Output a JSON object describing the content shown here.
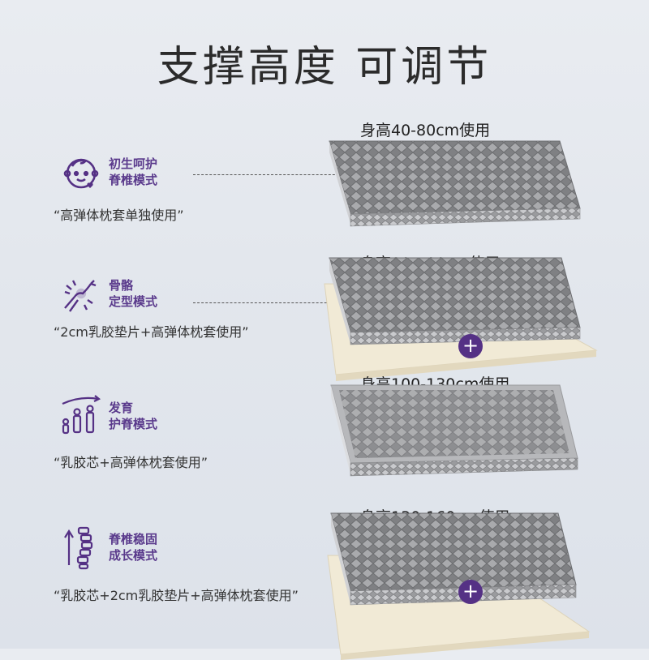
{
  "title": "支撑高度  可调节",
  "rows": [
    {
      "mode_line1": "初生呵护",
      "mode_line2": "脊椎模式",
      "usage": "“高弹体枕套单独使用”",
      "height": "身高40-80cm使用",
      "icon": "baby-face-icon",
      "has_plus": false
    },
    {
      "mode_line1": "骨骼",
      "mode_line2": "定型模式",
      "usage": "“2cm乳胶垫片+高弹体枕套使用”",
      "height": "身高80-100cm使用",
      "icon": "bone-joint-icon",
      "has_plus": true
    },
    {
      "mode_line1": "发育",
      "mode_line2": "护脊模式",
      "usage": "“乳胶芯+高弹体枕套使用”",
      "height": "身高100-130cm使用",
      "icon": "growth-family-icon",
      "has_plus": false
    },
    {
      "mode_line1": "脊椎稳固",
      "mode_line2": "成长模式",
      "usage": "“乳胶芯+2cm乳胶垫片+高弹体枕套使用”",
      "height": "身高130-160cm使用",
      "icon": "spine-icon",
      "has_plus": true
    }
  ],
  "plus_symbol": "+",
  "colors": {
    "accent": "#553185",
    "pillow_gray": "#8f9093",
    "latex": "#f3ecd9"
  }
}
